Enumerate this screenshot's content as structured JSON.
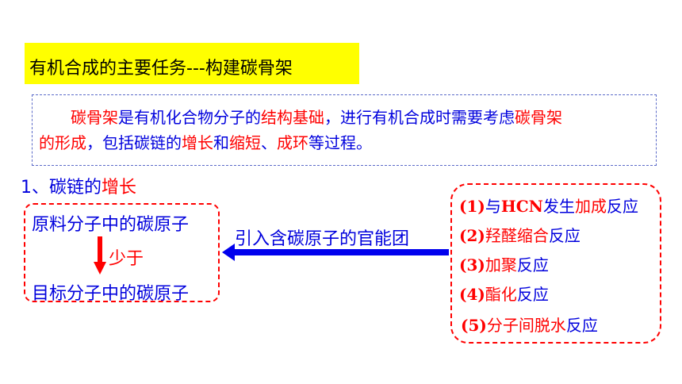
{
  "title": "有机合成的主要任务---构建碳骨架",
  "intro": {
    "p1_red1": "碳骨架",
    "p1_blue1": "是有机化合物分子的",
    "p1_red2": "结构基础",
    "p1_blue2": "，进行有机合成时需要考虑",
    "p1_red3": "碳骨架",
    "p2_red1": "的形成",
    "p2_blue1": "，包括碳链的",
    "p2_red2": "增长",
    "p2_blue2": "和",
    "p2_red3": "缩短",
    "p2_blue3": "、",
    "p2_red4": "成环",
    "p2_blue4": "等过程。"
  },
  "section": {
    "number": "1、碳链的",
    "highlight": "增长"
  },
  "left_box": {
    "source": "原料分子中的碳原子",
    "relation": "少于",
    "target": "目标分子中的碳原子"
  },
  "arrow_label": "引入含碳原子的官能团",
  "reactions": [
    {
      "num": "(1)",
      "p1": "与",
      "p2": "HCN",
      "p3": "发生",
      "p4": "加成",
      "p5": "反应"
    },
    {
      "num": "(2)",
      "red": "羟醛缩合",
      "blue": "反应"
    },
    {
      "num": "(3)",
      "red": "加聚",
      "blue": "反应"
    },
    {
      "num": "(4)",
      "red": "酯化",
      "blue": "反应"
    },
    {
      "num": "(5)",
      "red": "分子间脱水",
      "blue": "反应"
    }
  ],
  "colors": {
    "highlight_yellow": "#ffff00",
    "text_blue": "#0000dd",
    "text_red": "#ff0000",
    "box_border_blue": "#5b6ac8"
  }
}
